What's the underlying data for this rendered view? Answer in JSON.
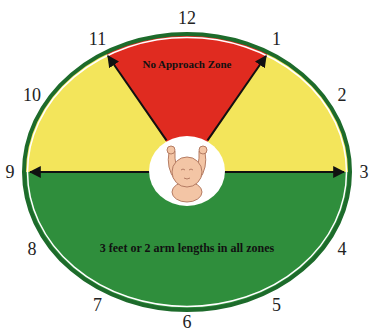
{
  "diagram": {
    "nodes": [
      {
        "text": [
          "No Approach Zone"
        ]
      },
      {
        "text": [
          "3 feet or 2 arm lengths in all zones"
        ]
      }
    ],
    "labels": [
      "12",
      "11",
      "1",
      "10",
      "2",
      "9",
      "3",
      "8",
      "4",
      "7",
      "5",
      "6"
    ]
  }
}
